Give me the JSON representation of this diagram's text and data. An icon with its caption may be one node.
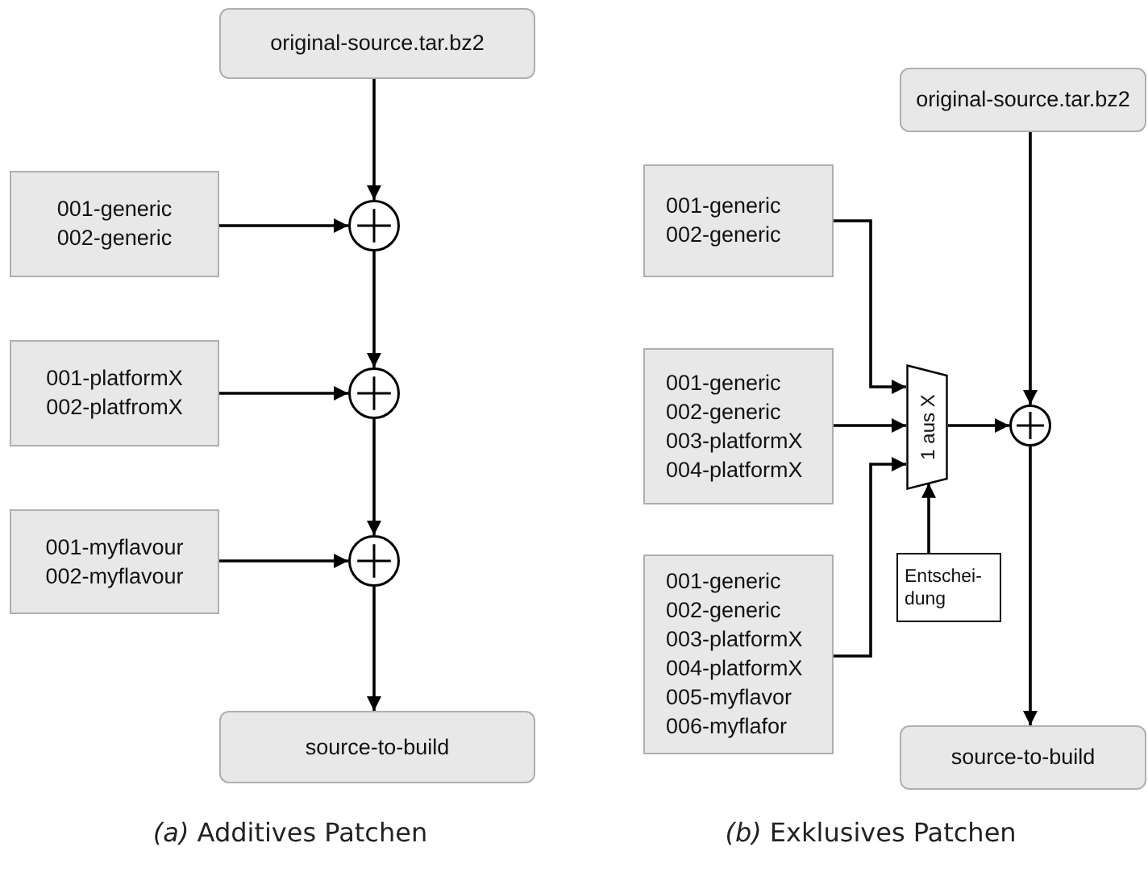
{
  "diagram": {
    "nodes": [
      {
        "text": [
          "original-source.tar.bz2"
        ]
      },
      {
        "text": [
          "001-generic",
          "002-generic"
        ]
      },
      {
        "text": [],
        "shape": "circle"
      },
      {
        "text": [
          "001-platformX",
          "002-platfromX"
        ]
      },
      {
        "text": [],
        "shape": "circle"
      },
      {
        "text": [
          "001-myflavour",
          "002-myflavour"
        ]
      },
      {
        "text": [],
        "shape": "circle"
      },
      {
        "text": [
          "source-to-build"
        ]
      },
      {
        "text": [
          "original-source.tar.bz2"
        ]
      },
      {
        "text": [
          "001-generic",
          "002-generic"
        ]
      },
      {
        "text": [
          "001-generic",
          "002-generic",
          "003-platformX",
          "004-platformX"
        ]
      },
      {
        "text": [
          "001-generic",
          "002-generic",
          "003-platformX",
          "004-platformX",
          "005-myflavor",
          "006-myflafor"
        ]
      },
      {
        "text": [
          "1 aus X"
        ]
      },
      {
        "text": [
          "Entschei- dung"
        ]
      },
      {
        "text": [],
        "shape": "circle"
      },
      {
        "text": [
          "source-to-build"
        ]
      }
    ],
    "edges": [
      {
        "from": 0,
        "to": 2,
        "arrow": "to"
      },
      {
        "from": 1,
        "to": 2,
        "arrow": "to"
      },
      {
        "from": 2,
        "to": 4,
        "arrow": "to"
      },
      {
        "from": 3,
        "to": 4,
        "arrow": "to"
      },
      {
        "from": 4,
        "to": 6,
        "arrow": "to"
      },
      {
        "from": 5,
        "to": 6,
        "arrow": "to"
      },
      {
        "from": 6,
        "to": 7,
        "arrow": "to"
      },
      {
        "from": 9,
        "to": 12,
        "arrow": "to"
      },
      {
        "from": 10,
        "to": 12,
        "arrow": "to"
      },
      {
        "from": 11,
        "to": 12,
        "arrow": "to"
      },
      {
        "from": 13,
        "to": 12,
        "arrow": "to"
      },
      {
        "from": 12,
        "to": 14,
        "arrow": "to"
      },
      {
        "from": 8,
        "to": 14,
        "arrow": "to"
      },
      {
        "from": 14,
        "to": 15,
        "arrow": "to"
      }
    ],
    "labels": [
      "*(a)* Additives Patchen",
      "*(b)* Exklusives Patchen"
    ]
  }
}
